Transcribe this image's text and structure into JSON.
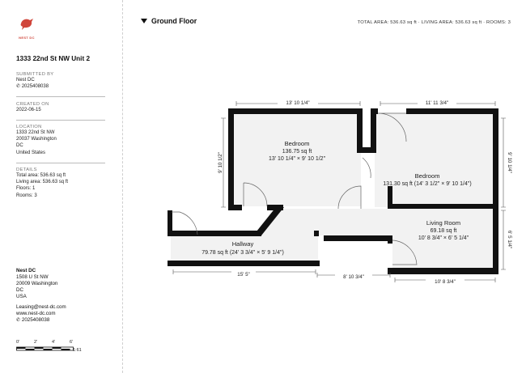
{
  "brand": {
    "name": "NEST DC",
    "accent": "#d0453a"
  },
  "listing": {
    "address": "1333 22nd St NW Unit 2",
    "submitted_by_title": "SUBMITTED BY",
    "submitted_by_name": "Nest DC",
    "submitted_by_phone": "2025408038",
    "created_title": "CREATED ON",
    "created_date": "2022-06-15",
    "location_title": "LOCATION",
    "location_lines": [
      "1333 22nd St NW",
      "20037 Washington",
      "DC",
      "United States"
    ],
    "details_title": "DETAILS",
    "details_lines": [
      "Total area: 536.63 sq ft",
      "Living area: 536.63 sq ft",
      "Floors: 1",
      "Rooms: 3"
    ]
  },
  "contact": {
    "name": "Nest DC",
    "lines": [
      "1508 U St NW",
      "20009 Washington",
      "DC",
      "USA",
      "",
      "Leasing@nest-dc.com",
      "www.nest-dc.com"
    ],
    "phone": "2025408038"
  },
  "scale": {
    "labels": [
      "0'",
      "2'",
      "4'",
      "6'"
    ],
    "ratio": "1:61"
  },
  "floor": {
    "title": "Ground Floor",
    "totals": "TOTAL AREA: 536.63 sq ft · LIVING AREA: 536.63 sq ft · ROOMS: 3"
  },
  "rooms": {
    "bedroom1": {
      "name": "Bedroom",
      "area": "136.75 sq ft",
      "dims": "13' 10 1/4\" × 9' 10 1/2\""
    },
    "bedroom2": {
      "name": "Bedroom",
      "area_dims": "131.30 sq ft (14' 3 1/2\" × 9' 10 1/4\")"
    },
    "living": {
      "name": "Living Room",
      "area": "69.18 sq ft",
      "dims": "10' 8 3/4\" × 6' 5 1/4\""
    },
    "hallway": {
      "name": "Hallway",
      "area_dims": "79.78 sq ft (24' 3 3/4\" × 5' 9 1/4\")"
    }
  },
  "dimensions": {
    "top_left": "13' 10 1/4\"",
    "top_right": "11' 11 3/4\"",
    "left_side": "9' 10 1/2\"",
    "right_top": "9' 10 1/4\"",
    "right_bottom": "6' 5 1/4\"",
    "bottom_hall": "15' 5\"",
    "bottom_mid": "8' 10 3/4\"",
    "bottom_living": "10' 8 3/4\""
  }
}
